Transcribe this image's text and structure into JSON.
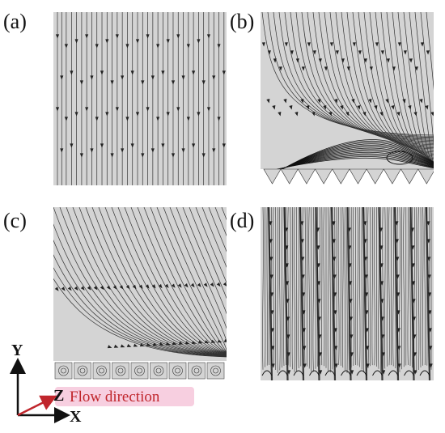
{
  "panels": [
    {
      "id": "a",
      "label": "(a)"
    },
    {
      "id": "b",
      "label": "(b)"
    },
    {
      "id": "c",
      "label": "(c)"
    },
    {
      "id": "d",
      "label": "(d)"
    }
  ],
  "axes": {
    "y_label": "Y",
    "z_label": "Z",
    "x_label": "X",
    "flow_label": "Flow direction"
  },
  "colors": {
    "panel_background": "#d4d4d4",
    "streamline": "#333333",
    "flow_arrow": "#c0262c",
    "flow_highlight": "#f7cfe0"
  }
}
